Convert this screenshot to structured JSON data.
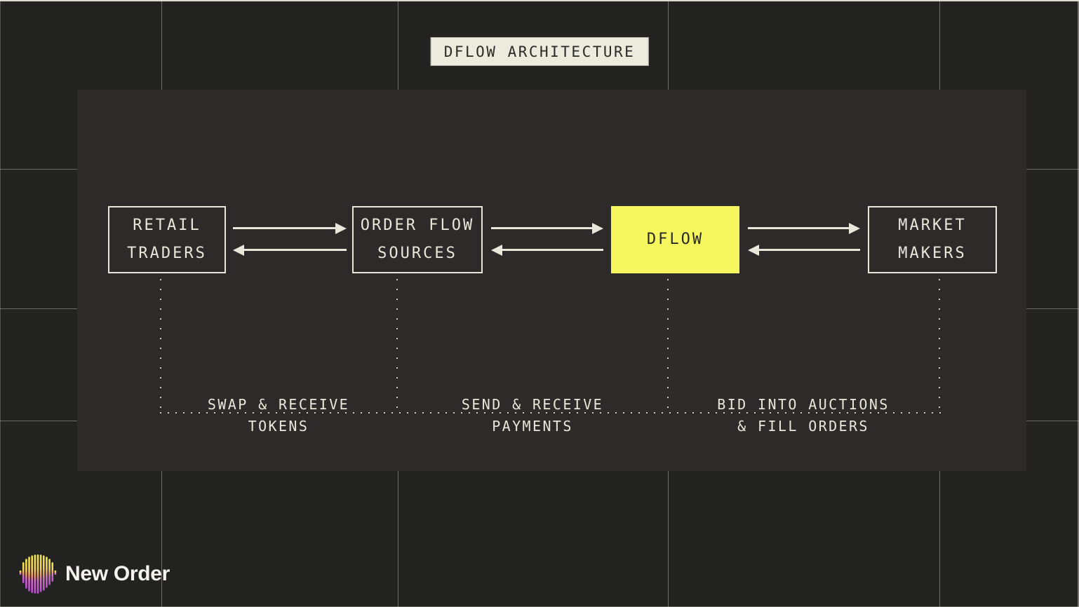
{
  "title": "DFLOW ARCHITECTURE",
  "colors": {
    "bg": "#222221",
    "panel": "#2c2b29",
    "grid": "#85837b",
    "cream": "#e9e7da",
    "yellow": "#f6f65e",
    "ink": "#2a2a27",
    "titlebg": "#edebde",
    "logotext": "#f4f3ed",
    "logo_yellow": "#f2e64c",
    "logo_gold": "#f3cf60",
    "logo_orange": "#ef9f5f",
    "logo_pink": "#d36cc9",
    "logo_purple": "#bb4fd2"
  },
  "nodes": [
    {
      "id": "retail-traders",
      "line1": "RETAIL",
      "line2": "TRADERS"
    },
    {
      "id": "order-flow-sources",
      "line1": "ORDER FLOW",
      "line2": "SOURCES"
    },
    {
      "id": "dflow",
      "line1": "DFLOW",
      "line2": ""
    },
    {
      "id": "market-makers",
      "line1": "MARKET",
      "line2": "MAKERS"
    }
  ],
  "flow_labels": [
    {
      "line1": "SWAP & RECEIVE",
      "line2": "TOKENS"
    },
    {
      "line1": "SEND & RECEIVE",
      "line2": "PAYMENTS"
    },
    {
      "line1": "BID INTO AUCTIONS",
      "line2": "& FILL ORDERS"
    }
  ],
  "footer": {
    "brand": "New Order",
    "logo_icon": "striped-sphere-icon"
  }
}
